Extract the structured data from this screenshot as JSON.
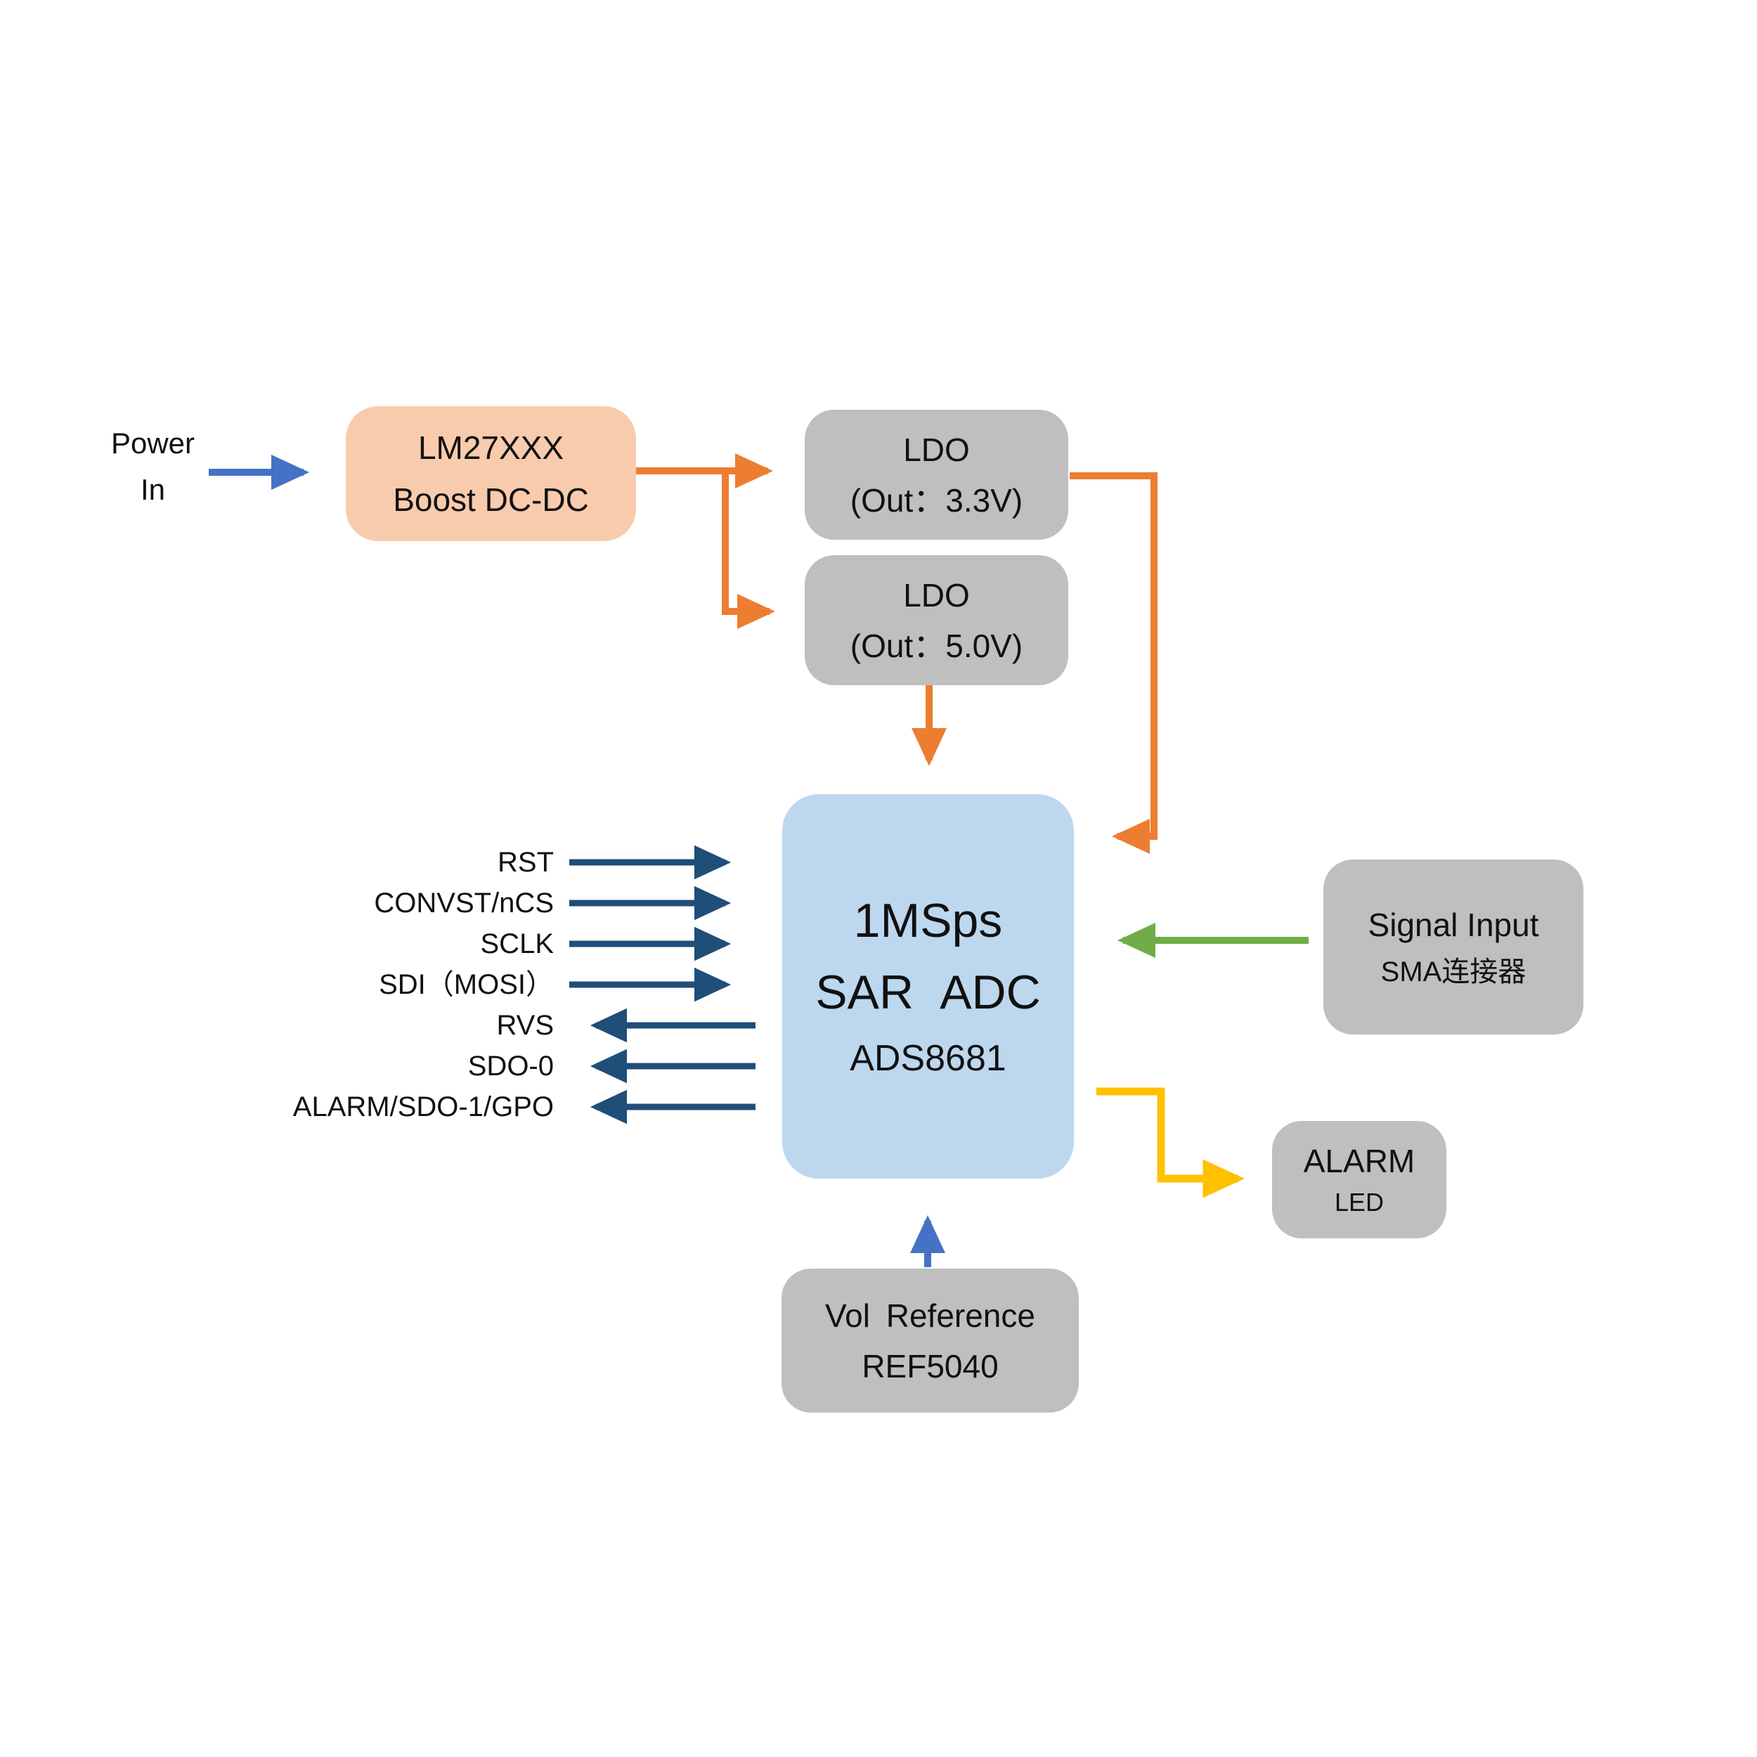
{
  "labels": {
    "power_in_line1": "Power",
    "power_in_line2": "In"
  },
  "boxes": {
    "boost": {
      "line1": "LM27XXX",
      "line2": "Boost DC-DC"
    },
    "ldo_3v3": {
      "line1": "LDO",
      "line2": "(Out：3.3V)"
    },
    "ldo_5v0": {
      "line1": "LDO",
      "line2": "(Out：5.0V)"
    },
    "adc": {
      "line1": "1MSps",
      "line2": "SAR ADC",
      "line3": "ADS8681"
    },
    "signal_input": {
      "line1": "Signal Input",
      "line2": "SMA连接器"
    },
    "alarm_led": {
      "line1": "ALARM",
      "line2": "LED"
    },
    "vol_reference": {
      "line1": "Vol Reference",
      "line2": "REF5040"
    }
  },
  "signals": {
    "inputs": [
      {
        "label": "RST"
      },
      {
        "label": "CONVST/nCS"
      },
      {
        "label": "SCLK"
      },
      {
        "label": "SDI（MOSI）"
      }
    ],
    "outputs": [
      {
        "label": "RVS"
      },
      {
        "label": "SDO-0"
      },
      {
        "label": "ALARM/SDO-1/GPO"
      }
    ]
  },
  "colors": {
    "power_arrow_blue": "#4472C4",
    "orange": "#ED7D31",
    "green": "#70AD47",
    "yellow": "#FFC000",
    "signal_navy": "#1F4E79",
    "box_gray": "#BFBFBF",
    "box_peach": "#F8CBAD",
    "box_blue": "#BDD7EE"
  }
}
